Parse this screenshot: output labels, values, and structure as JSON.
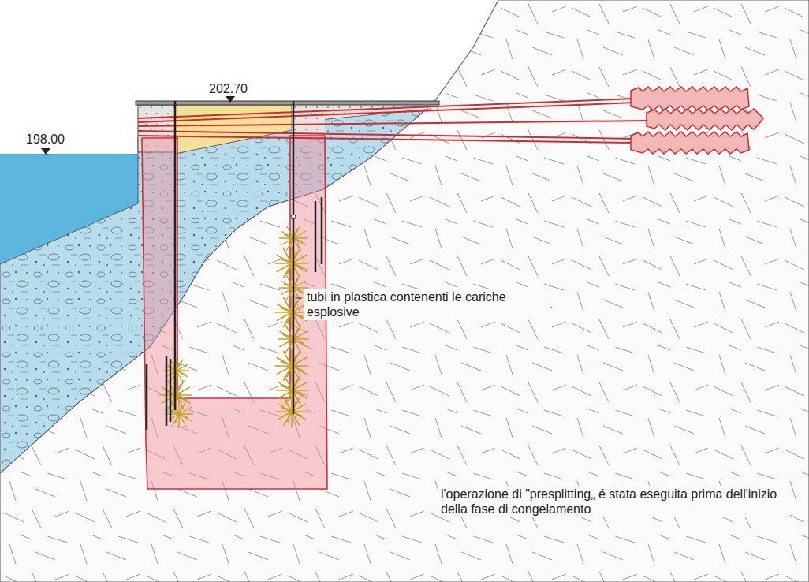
{
  "diagram": {
    "labels": [
      "202.70",
      "198.00",
      "tubi in plastica contenenti le cariche esplosive",
      "l'operazione di \"presplitting„ é stata eseguita prima dell'inizio della fase di congelamento"
    ]
  }
}
